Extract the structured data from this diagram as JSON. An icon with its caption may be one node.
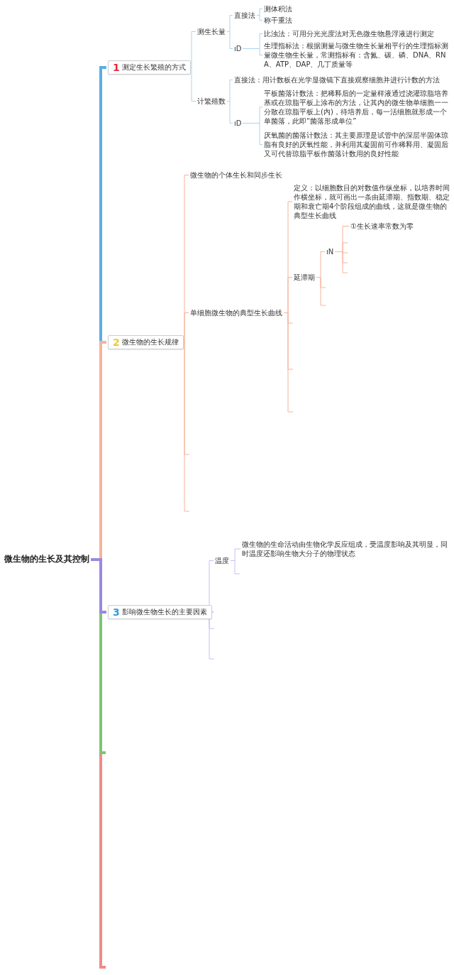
{
  "diagram": {
    "nodes": [
      {
        "text": [
          "微生物的生长及其控制"
        ]
      },
      {
        "text": [
          "1",
          "测定生长繁殖的方式"
        ]
      },
      {
        "text": [
          "测生长量"
        ]
      },
      {
        "text": [
          "直接法"
        ]
      },
      {
        "text": [
          "测体积法"
        ]
      },
      {
        "text": [
          "称干重法"
        ]
      },
      {
        "text": [
          "ıD"
        ]
      },
      {
        "text": [
          "比浊法：可用分光光度法对无色微生物悬浮液进行测定"
        ]
      },
      {
        "text": [
          "生理指标法：根据测量与微生物生长量相平行的生理指标测量微生物生长量，常测指标有：含氮、碳、磷、DNA、RNA、ATP、DAP、几丁质量等"
        ]
      },
      {
        "text": [
          "计繁殖数"
        ]
      },
      {
        "text": [
          "直接法：用计数板在光学显微镜下直接观察细胞并进行计数的方法"
        ]
      },
      {
        "text": [
          "ıD"
        ]
      },
      {
        "text": [
          "平板菌落计数法：把稀释后的一定量样液通过浇灌琼脂培养基或在琼脂平板上涂布的方法，让其内的微生物单细胞一一分散在琼脂平板上(内)，待培养后，每一活细胞就形成一个单菌落，此即“菌落形成单位”"
        ]
      },
      {
        "text": [
          "厌氧菌的菌落计数法：其主要原理是试管中的深层半固体琼脂有良好的厌氧性能，并利用其凝固前可作稀释用、凝固后又可代替琼脂平板作菌落计数用的良好性能"
        ]
      },
      {
        "text": [
          "2",
          "微生物的生长规律"
        ]
      },
      {
        "text": [
          "微生物的个体生长和同步生长"
        ]
      },
      {
        "text": [
          "单细胞微生物的典型生长曲线"
        ]
      },
      {
        "text": [
          "定义：以细胞数目的对数值作纵坐标，以培养时间作横坐标，就可画出一条由延滞期、指数期、稳定期和衰亡期4个阶段组成的曲线，这就是微生物的典型生长曲线"
        ]
      },
      {
        "text": [
          "延滞期"
        ]
      },
      {
        "text": [
          "ıN"
        ]
      },
      {
        "text": [
          "①生长速率常数为零"
        ]
      },
      {
        "text": [
          "3",
          "影响微生物生长的主要因素"
        ]
      },
      {
        "text": [
          "温度"
        ]
      },
      {
        "text": [
          "微生物的生命活动由生物化学反应组成，受温度影响及其明显，同时温度还影响生物大分子的物理状态"
        ]
      }
    ],
    "edges": [
      {
        "from": 0,
        "to": 1,
        "arrow": "none",
        "style": "thick",
        "color": "#5dade2"
      },
      {
        "from": 0,
        "to": 14,
        "arrow": "none",
        "style": "thick"
      },
      {
        "from": 0,
        "to": 21,
        "arrow": "none",
        "style": "thick",
        "color": "#9b87e0"
      },
      {
        "from": 0,
        "to": null,
        "arrow": "none",
        "style": "thick",
        "color": "#7cc576"
      },
      {
        "from": 0,
        "to": null,
        "arrow": "none",
        "style": "thick",
        "color": "#f08a8a"
      },
      {
        "from": 1,
        "to": 2,
        "arrow": "none",
        "color": "#a8d5f0"
      },
      {
        "from": 1,
        "to": 9,
        "arrow": "none",
        "color": "#a8d5f0"
      },
      {
        "from": 2,
        "to": 3,
        "arrow": "none",
        "color": "#a8d5f0"
      },
      {
        "from": 2,
        "to": 6,
        "arrow": "none",
        "color": "#a8d5f0"
      },
      {
        "from": 3,
        "to": 4,
        "arrow": "none",
        "color": "#a8d5f0"
      },
      {
        "from": 3,
        "to": 5,
        "arrow": "none",
        "color": "#a8d5f0"
      },
      {
        "from": 6,
        "to": 7,
        "arrow": "none",
        "color": "#a8d5f0"
      },
      {
        "from": 6,
        "to": 8,
        "arrow": "none",
        "color": "#a8d5f0"
      },
      {
        "from": 9,
        "to": 10,
        "arrow": "none",
        "color": "#a8d5f0"
      },
      {
        "from": 9,
        "to": 11,
        "arrow": "none",
        "color": "#a8d5f0"
      },
      {
        "from": 11,
        "to": 12,
        "arrow": "none",
        "color": "#a8d5f0"
      },
      {
        "from": 11,
        "to": 13,
        "arrow": "none",
        "color": "#a8d5f0"
      },
      {
        "from": 14,
        "to": 15,
        "arrow": "none"
      },
      {
        "from": 14,
        "to": 16,
        "arrow": "none"
      },
      {
        "from": 14,
        "to": null,
        "arrow": "none"
      },
      {
        "from": 14,
        "to": null,
        "arrow": "none"
      },
      {
        "from": 16,
        "to": 17,
        "arrow": "none"
      },
      {
        "from": 16,
        "to": 18,
        "arrow": "none"
      },
      {
        "from": 16,
        "to": null,
        "arrow": "none"
      },
      {
        "from": 16,
        "to": null,
        "arrow": "none"
      },
      {
        "from": 16,
        "to": null,
        "arrow": "none"
      },
      {
        "from": 18,
        "to": 19,
        "arrow": "none"
      },
      {
        "from": 18,
        "to": null,
        "arrow": "none"
      },
      {
        "from": 18,
        "to": null,
        "arrow": "none"
      },
      {
        "from": 19,
        "to": 20,
        "arrow": "none"
      },
      {
        "from": 19,
        "to": null,
        "arrow": "none"
      },
      {
        "from": 19,
        "to": null,
        "arrow": "none"
      },
      {
        "from": 19,
        "to": null,
        "arrow": "none"
      },
      {
        "from": 19,
        "to": null,
        "arrow": "none"
      },
      {
        "from": 21,
        "to": 22,
        "arrow": "none",
        "color": "#c9bff0"
      },
      {
        "from": 21,
        "to": null,
        "arrow": "none",
        "color": "#c9bff0"
      },
      {
        "from": 21,
        "to": null,
        "arrow": "none",
        "color": "#c9bff0"
      },
      {
        "from": 22,
        "to": 23,
        "arrow": "none",
        "color": "#c9bff0"
      },
      {
        "from": 22,
        "to": null,
        "arrow": "none",
        "color": "#c9bff0"
      }
    ]
  }
}
